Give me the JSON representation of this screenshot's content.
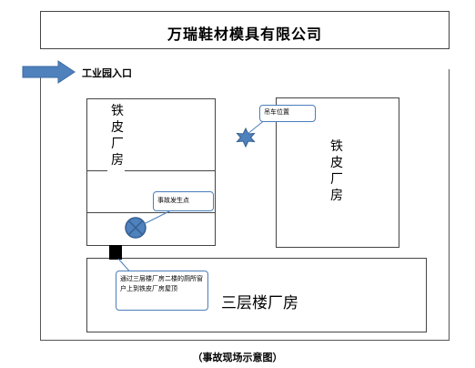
{
  "title": "万瑞鞋材模具有限公司",
  "entrance_label": "工业园入口",
  "buildings": {
    "left_iron_shed": "铁皮厂房",
    "right_iron_shed": "铁皮厂房",
    "three_story_building": "三层楼厂房"
  },
  "callouts": {
    "crane_position": "吊车位置",
    "accident_point": "事故发生点",
    "entry_path": "通过三层楼厂房二楼的厕所窗户上到铁皮厂房屋顶"
  },
  "caption": "（事故现场示意图）",
  "colors": {
    "arrow": "#4f81bd",
    "marker": "#4f81bd",
    "callout_border": "#4a7ebb",
    "window_block": "#000000"
  }
}
